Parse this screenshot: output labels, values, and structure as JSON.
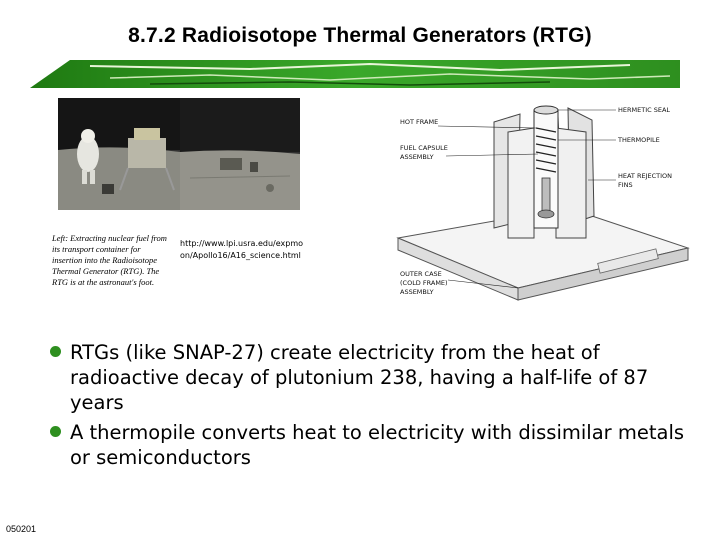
{
  "slide": {
    "title": "8.7.2 Radioisotope Thermal Generators (RTG)",
    "footer_id": "050201",
    "accent_color": "#2e8f1f"
  },
  "left_figure": {
    "caption": "Left: Extracting nuclear fuel from its transport container for insertion into the Radioisotope Thermal Generator (RTG). The RTG is at the astronaut's foot.",
    "source_url": "http://www.lpi.usra.edu/expmoon/Apollo16/A16_science.html"
  },
  "diagram": {
    "labels": {
      "hermetic_seal": "HERMETIC SEAL",
      "hot_frame": "HOT FRAME",
      "thermopile": "THERMOPILE",
      "fuel_capsule_1": "FUEL CAPSULE",
      "fuel_capsule_2": "ASSEMBLY",
      "heat_rejection_1": "HEAT REJECTION",
      "heat_rejection_2": "FINS",
      "outer_case_1": "OUTER CASE",
      "outer_case_2": "(COLD FRAME)",
      "outer_case_3": "ASSEMBLY"
    }
  },
  "bullets": [
    "RTGs (like SNAP-27) create electricity from the heat of radioactive decay of plutonium 238, having a half-life of 87 years",
    "A thermopile converts heat to electricity with dissimilar metals or semiconductors"
  ]
}
